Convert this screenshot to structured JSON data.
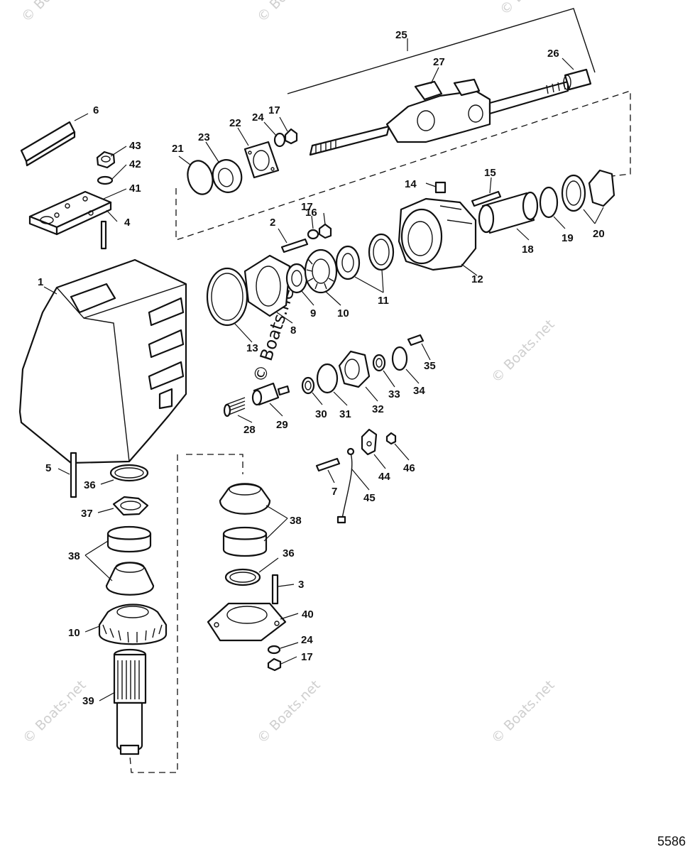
{
  "watermark": "© Boats.net",
  "center_watermark": "© Boats.net",
  "figure_number": "5586",
  "callouts": {
    "c1": "1",
    "c2": "2",
    "c3": "3",
    "c4": "4",
    "c5": "5",
    "c6": "6",
    "c7": "7",
    "c8": "8",
    "c9": "9",
    "c10a": "10",
    "c10b": "10",
    "c11": "11",
    "c12": "12",
    "c13": "13",
    "c14": "14",
    "c15": "15",
    "c16": "16",
    "c17a": "17",
    "c17b": "17",
    "c17c": "17",
    "c18": "18",
    "c19": "19",
    "c20": "20",
    "c21": "21",
    "c22": "22",
    "c23": "23",
    "c24a": "24",
    "c24b": "24",
    "c25": "25",
    "c26": "26",
    "c27": "27",
    "c28": "28",
    "c29": "29",
    "c30": "30",
    "c31": "31",
    "c32": "32",
    "c33": "33",
    "c34": "34",
    "c35": "35",
    "c36a": "36",
    "c36b": "36",
    "c37": "37",
    "c38a": "38",
    "c38b": "38",
    "c39": "39",
    "c40": "40",
    "c41": "41",
    "c42": "42",
    "c43": "43",
    "c44": "44",
    "c45": "45",
    "c46": "46"
  }
}
